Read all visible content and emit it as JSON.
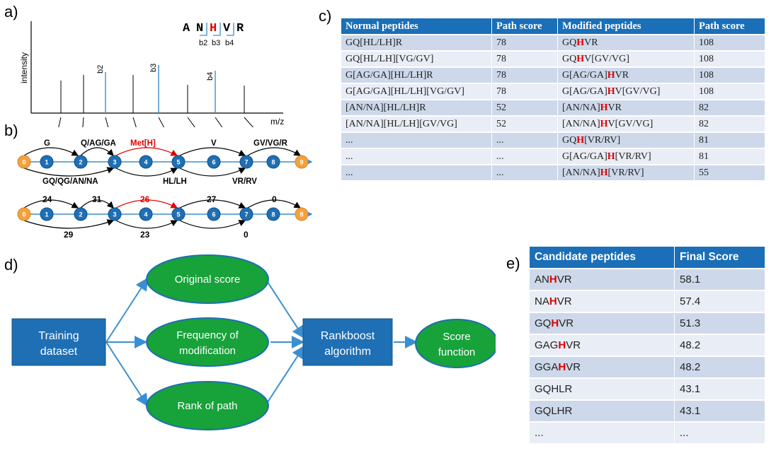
{
  "panels": {
    "a": "a)",
    "b": "b)",
    "c": "c)",
    "d": "d)",
    "e": "e)"
  },
  "spectrum": {
    "ylabel": "intensity",
    "xlabel": "m/z",
    "peptide_letters": [
      "A",
      "N",
      "H",
      "V",
      "R"
    ],
    "ion_labels": [
      "b2",
      "b3",
      "b4"
    ],
    "peak_labels": [
      "b2",
      "b3",
      "b4"
    ]
  },
  "graph1": {
    "nodes": [
      "0",
      "1",
      "2",
      "3",
      "4",
      "5",
      "6",
      "7",
      "8",
      "9"
    ],
    "top_labels": [
      "G",
      "Q/AG/GA",
      "Met[H]",
      "V",
      "GV/VG/R"
    ],
    "bottom_labels": [
      "GQ/QG/AN/NA",
      "HL/LH",
      "VR/RV"
    ]
  },
  "graph2": {
    "nodes": [
      "0",
      "1",
      "2",
      "3",
      "4",
      "5",
      "6",
      "7",
      "8",
      "9"
    ],
    "top_labels": [
      "24",
      "31",
      "26",
      "27",
      "0"
    ],
    "bottom_labels": [
      "29",
      "23",
      "0"
    ]
  },
  "table_c": {
    "headers": [
      "Normal peptides",
      "Path score",
      "Modified peptides",
      "Path score"
    ],
    "rows": [
      {
        "normal": "GQ[HL/LH]R",
        "score1": "78",
        "mod_pre": "GQ",
        "mod_h": "H",
        "mod_post": "VR",
        "score2": "108"
      },
      {
        "normal": "GQ[HL/LH][VG/GV]",
        "score1": "78",
        "mod_pre": "GQ",
        "mod_h": "H",
        "mod_post": "V[GV/VG]",
        "score2": "108"
      },
      {
        "normal": "G[AG/GA][HL/LH]R",
        "score1": "78",
        "mod_pre": "G[AG/GA]",
        "mod_h": "H",
        "mod_post": "VR",
        "score2": "108"
      },
      {
        "normal": "G[AG/GA][HL/LH][VG/GV]",
        "score1": "78",
        "mod_pre": "G[AG/GA]",
        "mod_h": "H",
        "mod_post": "V[GV/VG]",
        "score2": "108"
      },
      {
        "normal": "[AN/NA][HL/LH]R",
        "score1": "52",
        "mod_pre": "[AN/NA]",
        "mod_h": "H",
        "mod_post": "VR",
        "score2": "82"
      },
      {
        "normal": "[AN/NA][HL/LH][GV/VG]",
        "score1": "52",
        "mod_pre": "[AN/NA]",
        "mod_h": "H",
        "mod_post": "V[GV/VG]",
        "score2": "82"
      },
      {
        "normal": "...",
        "score1": "...",
        "mod_pre": "GQ",
        "mod_h": "H",
        "mod_post": "[VR/RV]",
        "score2": "81"
      },
      {
        "normal": "...",
        "score1": "...",
        "mod_pre": "G[AG/GA]",
        "mod_h": "H",
        "mod_post": "[VR/RV]",
        "score2": "81"
      },
      {
        "normal": "...",
        "score1": "...",
        "mod_pre": "[AN/NA]",
        "mod_h": "H",
        "mod_post": "[VR/RV]",
        "score2": "55"
      }
    ]
  },
  "flow": {
    "training": [
      "Training",
      "dataset"
    ],
    "original": [
      "Original score"
    ],
    "frequency": [
      "Frequency of",
      "modification"
    ],
    "rank": [
      "Rank of path"
    ],
    "rankboost": [
      "Rankboost",
      "algorithm"
    ],
    "score": [
      "Score",
      "function"
    ]
  },
  "table_e": {
    "headers": [
      "Candidate peptides",
      "Final Score"
    ],
    "rows": [
      {
        "pre": "AN",
        "h": "H",
        "post": "VR",
        "score": "58.1"
      },
      {
        "pre": "NA",
        "h": "H",
        "post": "VR",
        "score": "57.4"
      },
      {
        "pre": "GQ",
        "h": "H",
        "post": "VR",
        "score": "51.3"
      },
      {
        "pre": "GAG",
        "h": "H",
        "post": "VR",
        "score": "48.2"
      },
      {
        "pre": "GGA",
        "h": "H",
        "post": "VR",
        "score": "48.2"
      },
      {
        "pre": "GQHLR",
        "h": "",
        "post": "",
        "score": "43.1"
      },
      {
        "pre": "GQLHR",
        "h": "",
        "post": "",
        "score": "43.1"
      },
      {
        "pre": "...",
        "h": "",
        "post": "",
        "score": "..."
      }
    ]
  },
  "colors": {
    "node_blue": "#1f6fb5",
    "node_orange": "#f4a13c",
    "flow_green": "#17a23a",
    "flow_blue": "#1e6fb3",
    "mod_red": "#e00000",
    "table_header": "#1a6fb8"
  }
}
